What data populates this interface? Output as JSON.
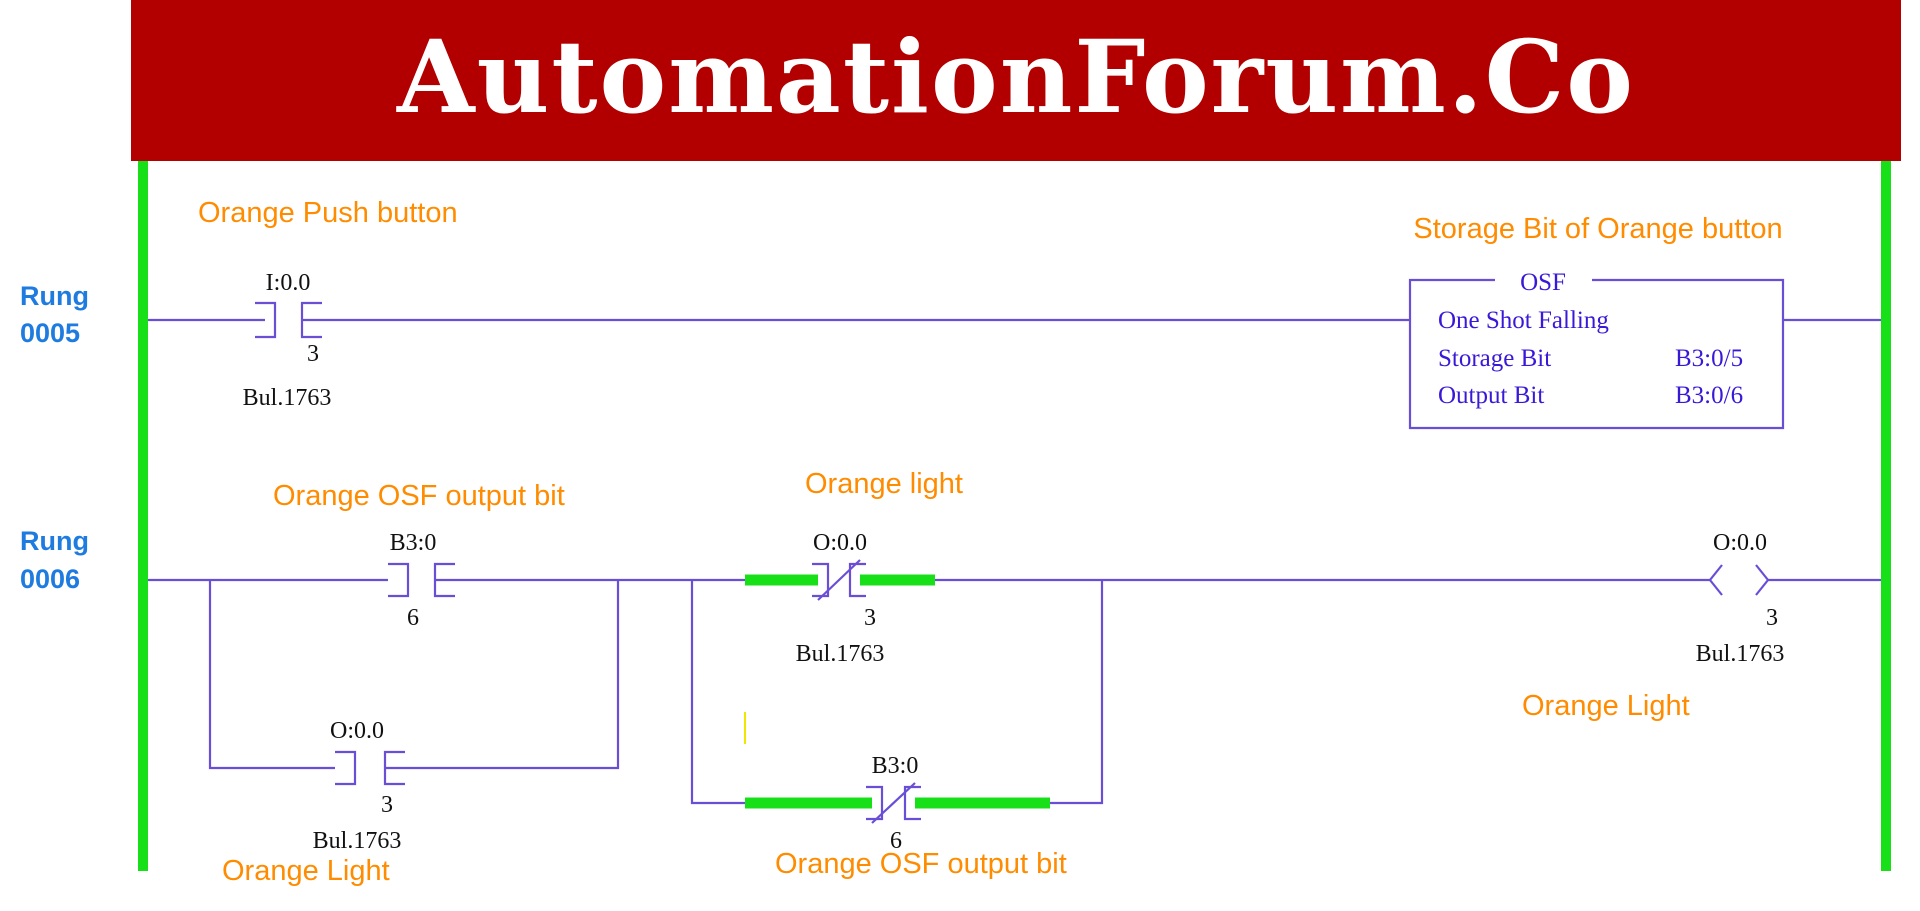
{
  "banner": {
    "title": "AutomationForum.Co"
  },
  "rungs": [
    {
      "label": "Rung",
      "number": "0005",
      "contacts": [
        {
          "type": "XIC",
          "description": "Orange Push button",
          "address": "I:0.0",
          "bit": "3",
          "device": "Bul.1763",
          "highlighted": false
        }
      ],
      "output_block": {
        "name": "OSF",
        "description": "Storage Bit of Orange button",
        "title": "One Shot Falling",
        "rows": [
          {
            "label": "Storage Bit",
            "value": "B3:0/5"
          },
          {
            "label": "Output Bit",
            "value": "B3:0/6"
          }
        ]
      }
    },
    {
      "label": "Rung",
      "number": "0006",
      "branch1": [
        {
          "type": "XIC",
          "description": "Orange OSF output bit",
          "address": "B3:0",
          "bit": "6",
          "highlighted": false
        },
        {
          "type": "XIC",
          "description": "Orange Light",
          "address": "O:0.0",
          "bit": "3",
          "device": "Bul.1763",
          "highlighted": false
        }
      ],
      "branch2": [
        {
          "type": "XIO",
          "description": "Orange light",
          "address": "O:0.0",
          "bit": "3",
          "device": "Bul.1763",
          "highlighted": true
        },
        {
          "type": "XIO",
          "description": "Orange OSF output bit",
          "address": "B3:0",
          "bit": "6",
          "highlighted": true
        }
      ],
      "coil": {
        "type": "OTE",
        "description": "Orange Light",
        "address": "O:0.0",
        "bit": "3",
        "device": "Bul.1763"
      }
    }
  ],
  "colors": {
    "banner": "#b20000",
    "rails": "#18e018",
    "wire": "#6a4fd6",
    "label": "#ff8c00",
    "rung_label": "#1e7be0",
    "block_text": "#3a18d8",
    "true_highlight": "#18e018"
  }
}
